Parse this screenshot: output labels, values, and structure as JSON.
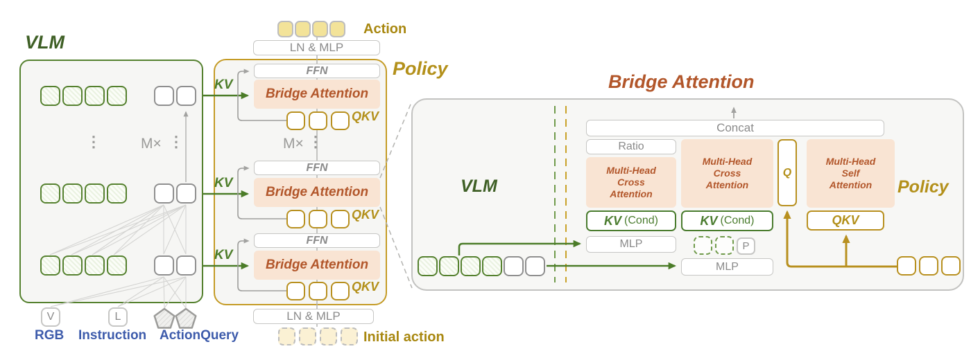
{
  "left": {
    "vlm_title": "VLM",
    "kv": "KV",
    "mx": "M×",
    "dots": "⋮",
    "v": "V",
    "l": "L",
    "rgb": "RGB",
    "instruction": "Instruction",
    "action_query": "ActionQuery"
  },
  "policy": {
    "title": "Policy",
    "action": "Action",
    "ln_mlp": "LN & MLP",
    "ffn": "FFN",
    "bridge_attention": "Bridge Attention",
    "qkv": "QKV",
    "mx": "M×",
    "dots": "⋮",
    "initial_action": "Initial action"
  },
  "detail": {
    "title": "Bridge Attention",
    "vlm": "VLM",
    "policy": "Policy",
    "concat": "Concat",
    "ratio": "Ratio",
    "multi_head_cross_attention": "Multi-Head Cross Attention",
    "multi_head_self_attention": "Multi-Head Self Attention",
    "q": "Q",
    "qkv": "QKV",
    "kv": "KV",
    "cond": "(Cond)",
    "mlp": "MLP",
    "p": "P"
  },
  "colors": {
    "green_border": "#55812f",
    "dark_green_text": "#3e5f25",
    "green_arrow": "#4b7c28",
    "gold_border": "#c49b25",
    "gold_arrow": "#b8901f",
    "gold_text": "#a8870f",
    "peach_fill": "#f9e4d3",
    "rust_text": "#b2562a",
    "gray_text": "#8a8a8a",
    "blue_text": "#3d5bab",
    "panel_fill": "#f6f6f4"
  }
}
